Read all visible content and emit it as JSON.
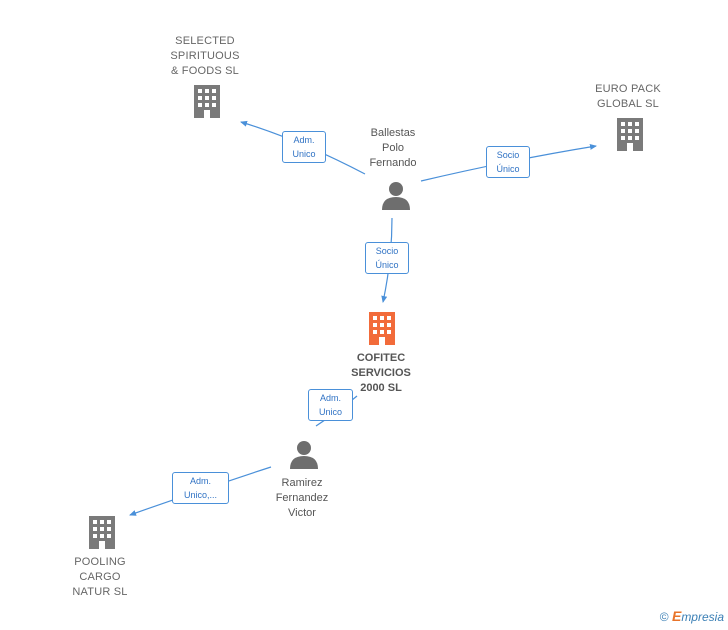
{
  "colors": {
    "company": "#7a7a7a",
    "focus_company": "#f26b3a",
    "person": "#6e6e6e",
    "edge": "#4a90d9",
    "edge_label_text": "#2f72c4",
    "brand": "#3a7fb5",
    "brand_accent": "#e8742a"
  },
  "nodes": {
    "selected": {
      "type": "company",
      "icon": "building-icon",
      "label": "SELECTED\nSPIRITUOUS\n& FOODS  SL"
    },
    "europack": {
      "type": "company",
      "icon": "building-icon",
      "label": "EURO PACK\nGLOBAL  SL"
    },
    "ballestas": {
      "type": "person",
      "icon": "person-icon",
      "label": "Ballestas\nPolo\nFernando"
    },
    "cofitec": {
      "type": "focus-company",
      "icon": "building-icon",
      "label": "COFITEC\nSERVICIOS\n2000  SL"
    },
    "ramirez": {
      "type": "person",
      "icon": "person-icon",
      "label": "Ramirez\nFernandez\nVictor"
    },
    "pooling": {
      "type": "company",
      "icon": "building-icon",
      "label": "POOLING\nCARGO\nNATUR  SL"
    }
  },
  "edges": {
    "ballestas_selected": {
      "label": "Adm.\nUnico"
    },
    "ballestas_europack": {
      "label": "Socio\nÚnico"
    },
    "ballestas_cofitec": {
      "label": "Socio\nÚnico"
    },
    "ramirez_cofitec": {
      "label": "Adm.\nUnico"
    },
    "ramirez_pooling": {
      "label": "Adm.\nUnico,..."
    }
  },
  "footer": {
    "copyright": "©",
    "brand_initial": "E",
    "brand_rest": "mpresia"
  }
}
